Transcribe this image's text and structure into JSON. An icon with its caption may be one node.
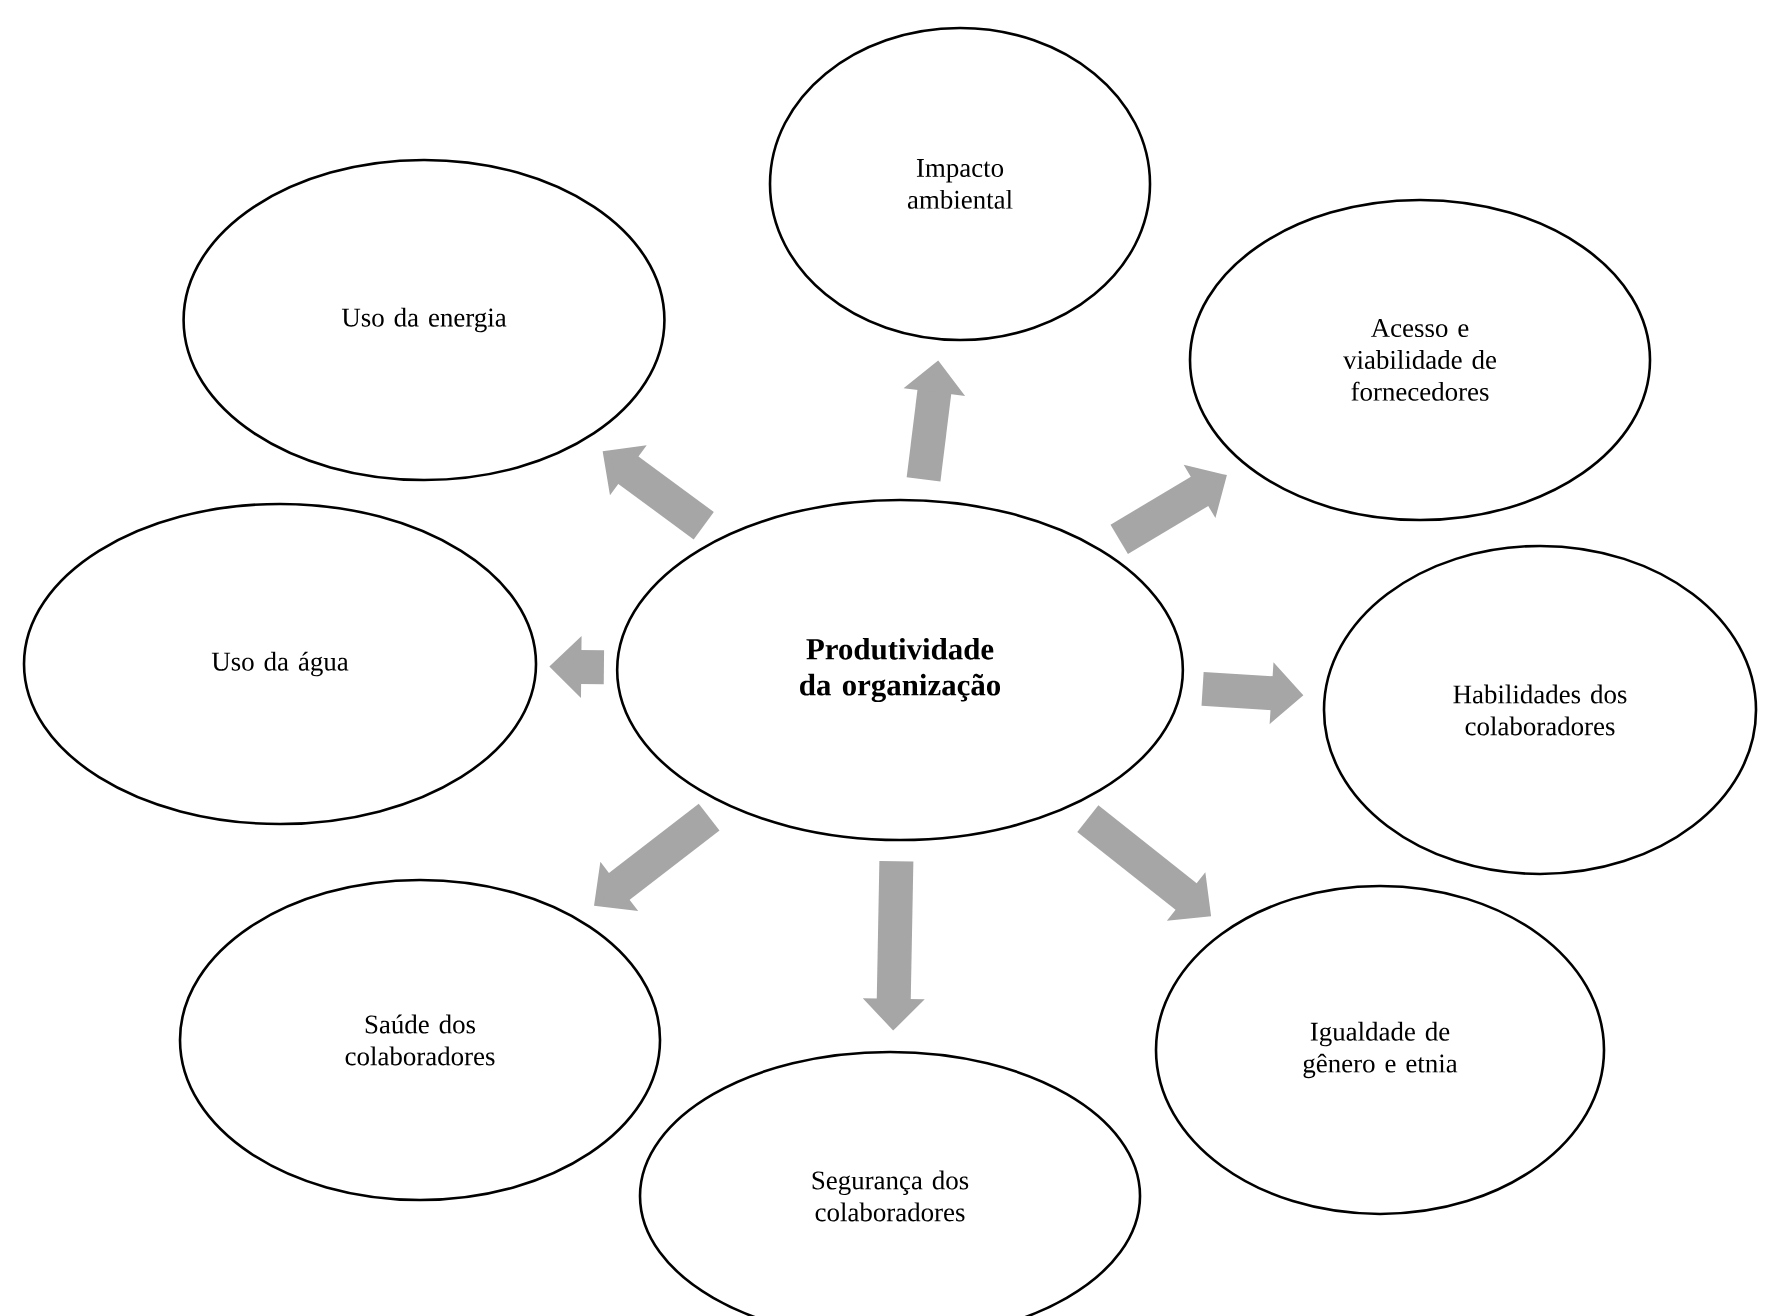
{
  "diagram": {
    "nodes": [
      {
        "text": [
          "Produtividade da organização"
        ]
      },
      {
        "text": [
          "Impacto ambiental"
        ]
      },
      {
        "text": [
          "Acesso e viabilidade de fornecedores"
        ]
      },
      {
        "text": [
          "Habilidades dos colaboradores"
        ]
      },
      {
        "text": [
          "Igualdade de gênero e etnia"
        ]
      },
      {
        "text": [
          "Segurança dos colaboradores"
        ]
      },
      {
        "text": [
          "Saúde dos colaboradores"
        ]
      },
      {
        "text": [
          "Uso da água"
        ]
      },
      {
        "text": [
          "Uso da energia"
        ]
      }
    ],
    "edges": [
      {
        "from": 0,
        "to": 1,
        "arrow": "to"
      },
      {
        "from": 0,
        "to": 2,
        "arrow": "to"
      },
      {
        "from": 0,
        "to": 3,
        "arrow": "to"
      },
      {
        "from": 0,
        "to": 4,
        "arrow": "to"
      },
      {
        "from": 0,
        "to": 5,
        "arrow": "to"
      },
      {
        "from": 0,
        "to": 6,
        "arrow": "to"
      },
      {
        "from": 0,
        "to": 7,
        "arrow": "to"
      },
      {
        "from": 0,
        "to": 8,
        "arrow": "to"
      }
    ]
  }
}
